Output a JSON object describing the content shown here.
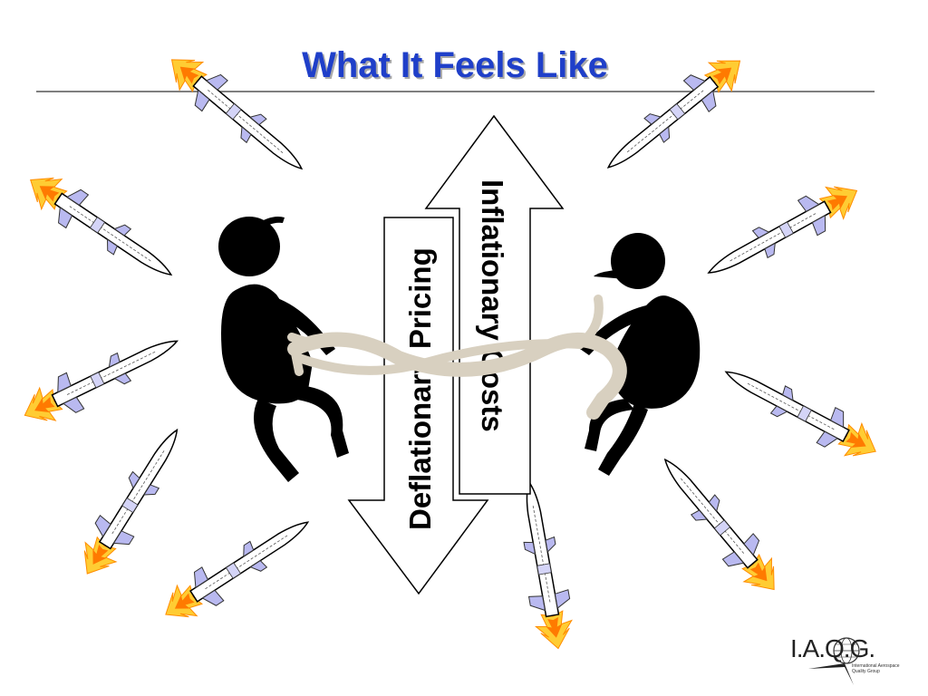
{
  "title": "What It Feels Like",
  "arrow_up_label": "Inflationary Costs",
  "arrow_down_label": "Deflationary Pricing",
  "logo": {
    "text": "I.A.Q.G.",
    "sub_line1": "International Aerospace",
    "sub_line2": "Quality Group"
  },
  "colors": {
    "title": "#1f3fc9",
    "missile_fin": "#b9b9f0",
    "flame_outer": "#ffcc33",
    "flame_inner": "#ff7a00",
    "rope": "#d8d0c0"
  }
}
